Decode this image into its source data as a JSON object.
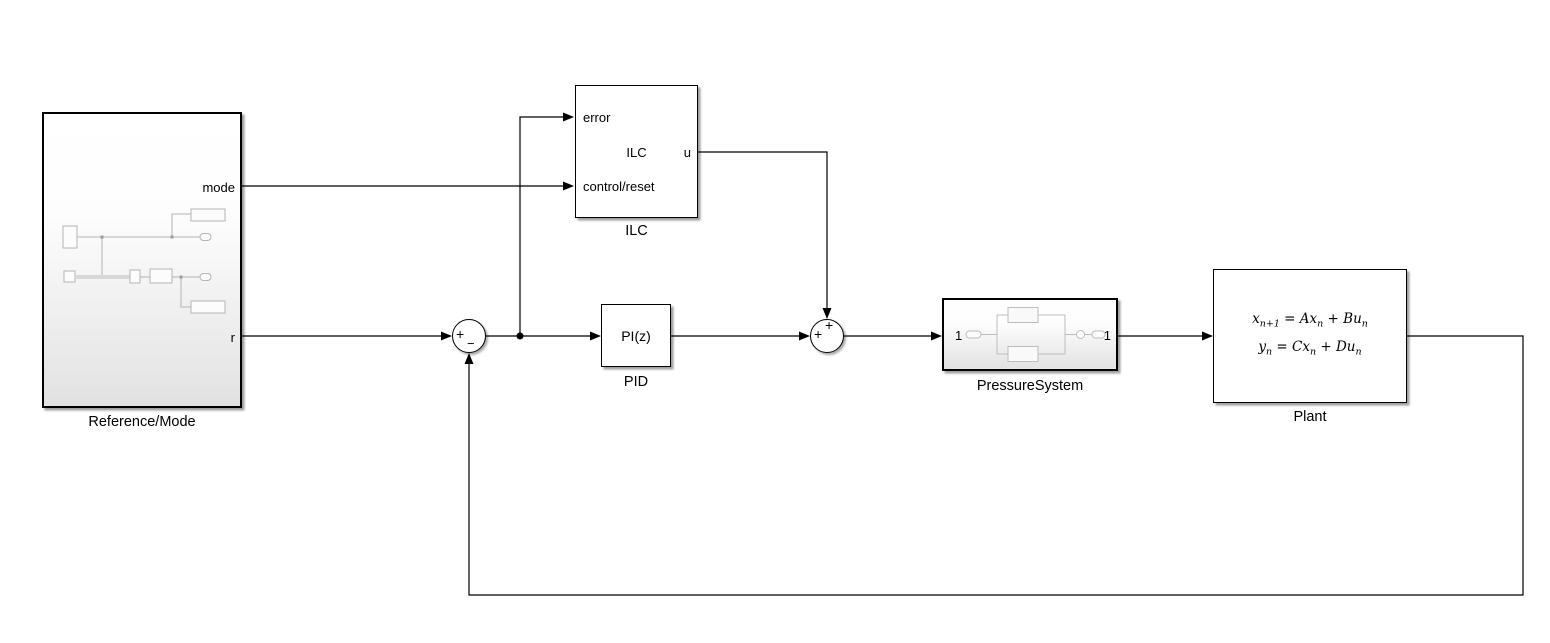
{
  "canvas": {
    "background": "#ffffff",
    "wire_color": "#000000",
    "thumbnail_stroke": "#b4b4b4",
    "subsystem_gradient_bottom": "#e2e2e2"
  },
  "blocks": {
    "reference_mode": {
      "label": "Reference/Mode",
      "port_mode": "mode",
      "port_r": "r"
    },
    "ilc": {
      "label": "ILC",
      "name_text": "ILC",
      "port_error": "error",
      "port_control_reset": "control/reset",
      "port_u": "u"
    },
    "pid": {
      "label": "PID",
      "display_text": "PI(z)"
    },
    "pressure_system": {
      "label": "PressureSystem",
      "port_in_label": "1",
      "port_out_label": "1"
    },
    "plant": {
      "label": "Plant",
      "equation_line1": "x_{n+1} = Ax_{n} + Bu_{n}",
      "equation_line2": "y_{n} = Cx_{n} + Du_{n}"
    }
  },
  "sums": {
    "error_sum": {
      "sign_left": "+",
      "sign_bottom": "−"
    },
    "control_sum": {
      "sign_top": "+",
      "sign_left": "+"
    }
  }
}
